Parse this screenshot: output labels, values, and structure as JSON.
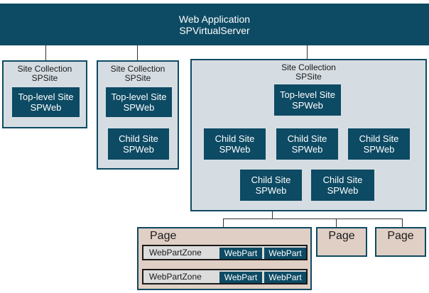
{
  "web_app": {
    "line1": "Web Application",
    "line2": "SPVirtualServer"
  },
  "collection_label": {
    "line1": "Site Collection",
    "line2": "SPSite"
  },
  "top_site": {
    "line1": "Top-level Site",
    "line2": "SPWeb"
  },
  "child_site": {
    "line1": "Child Site",
    "line2": "SPWeb"
  },
  "page_label": "Page",
  "zone_label": "WebPartZone",
  "webpart_label": "WebPart",
  "colors": {
    "node": "#0d4a63",
    "collection": "#d5dde3",
    "page": "#e0cfc5",
    "zone": "#dcdcdc"
  }
}
